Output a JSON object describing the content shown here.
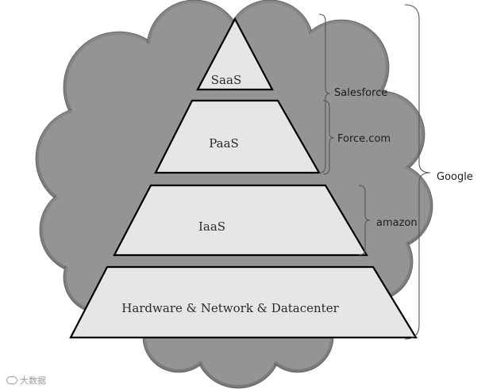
{
  "layers": {
    "saas": "SaaS",
    "paas": "PaaS",
    "iaas": "IaaS",
    "hardware": "Hardware & Network & Datacenter"
  },
  "providers": {
    "salesforce": "Salesforce",
    "force_com": "Force.com",
    "google": "Google",
    "amazon": "amazon"
  },
  "watermark": "大数据",
  "colors": {
    "cloud": "#8c8c8c",
    "layer_fill": "#e6e6e6",
    "layer_stroke": "#000000"
  }
}
